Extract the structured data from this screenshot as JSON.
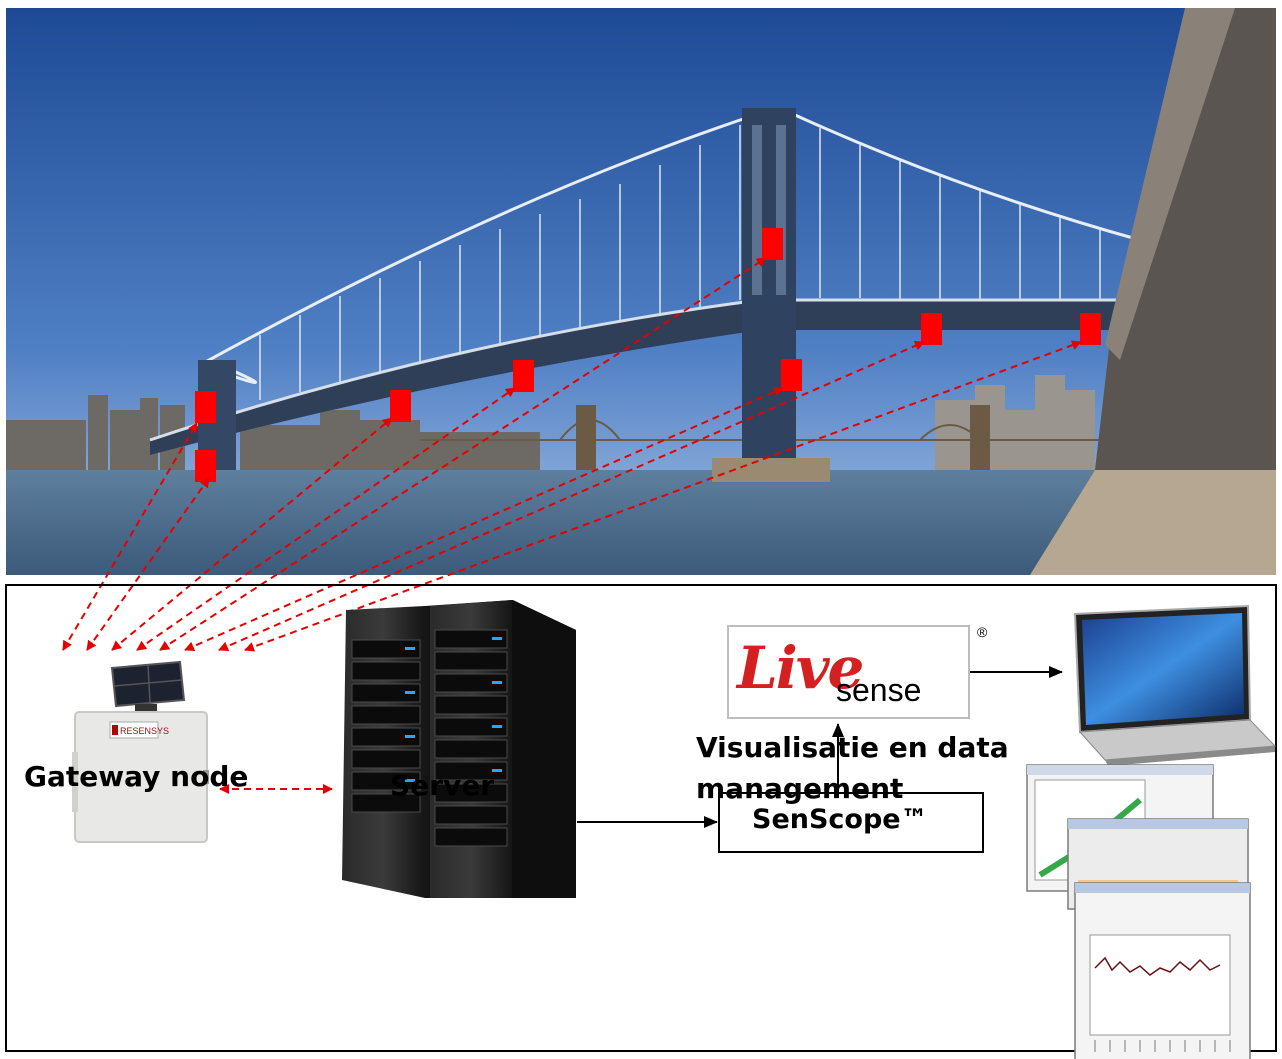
{
  "diagram": {
    "labels": {
      "gateway": "Gateway node",
      "server": "Server",
      "visualisation": "Visualisatie en data management",
      "senscope": "SenScope™"
    },
    "logo": {
      "script": "Live",
      "word": "sense",
      "mark": "®"
    },
    "gateway_enclosure_text": "RESENSYS"
  },
  "colors": {
    "sensor_marker": "#ff0000",
    "link_dashed": "#e60000",
    "flow_arrow": "#000000",
    "sky_top": "#1e4f9c",
    "sky_bottom": "#8fb3df",
    "water": "#4d6f93",
    "logo_red": "#d42020"
  },
  "icons": [
    "bridge-photo",
    "sensor-marker",
    "solar-panel-icon",
    "gateway-enclosure-icon",
    "server-rack-icon",
    "laptop-icon",
    "screenshot-stack-icon"
  ]
}
